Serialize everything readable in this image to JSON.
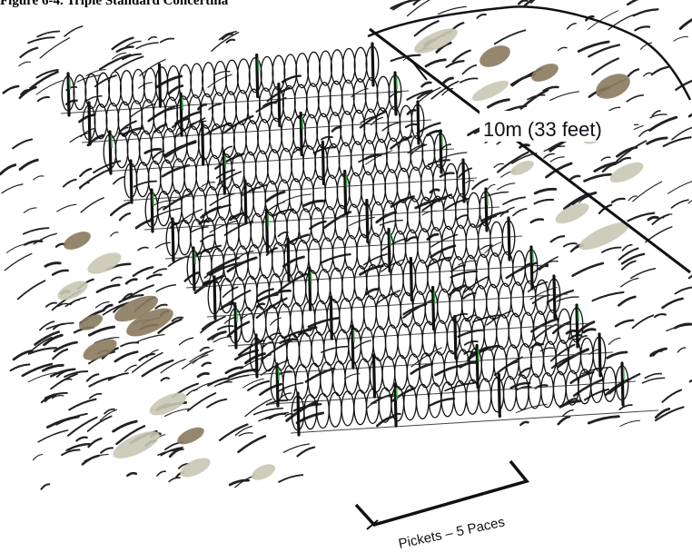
{
  "caption": "Figure 6-4. Triple Standard Concertina",
  "labels": {
    "height_dimension": "10m (33 feet)",
    "picket_spacing": "Pickets – 5 Paces"
  },
  "colors": {
    "wire": "#111111",
    "picket": "#111111",
    "picket_highlight": "#2e9e3a",
    "rock": "#8a7a5e",
    "rock_light": "#c9c6b2",
    "terrain_stroke": "#222222"
  }
}
